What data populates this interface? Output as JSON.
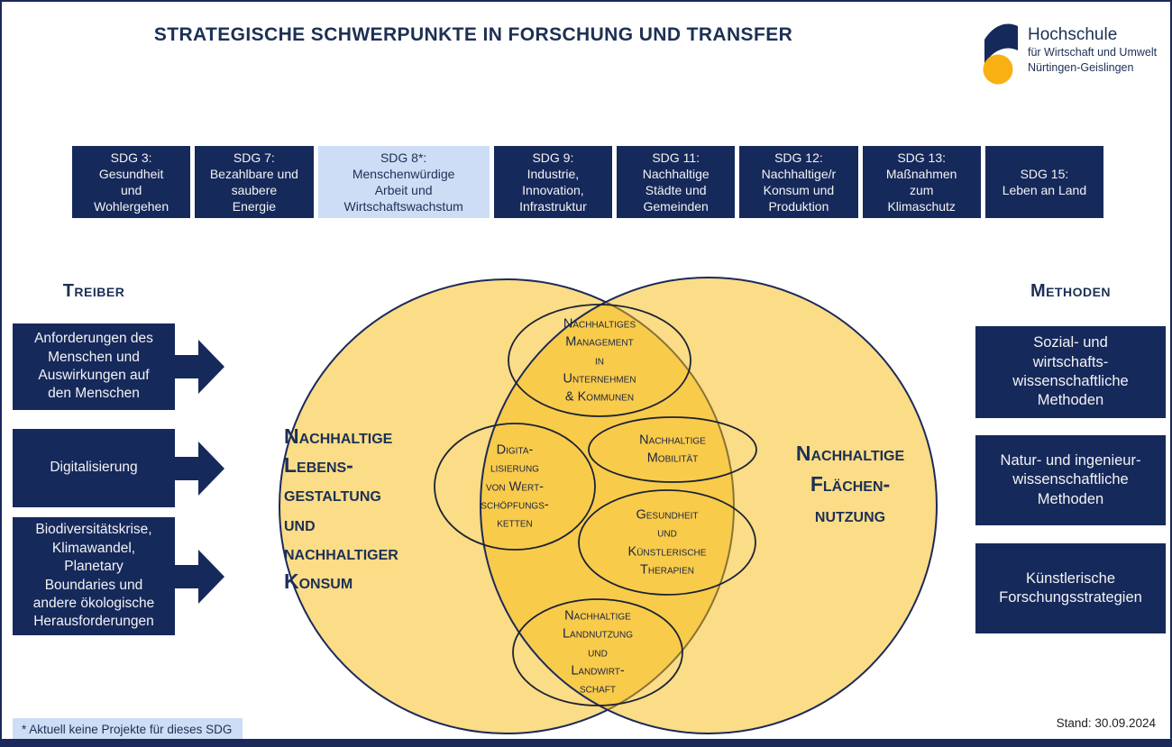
{
  "title": "STRATEGISCHE SCHWERPUNKTE IN FORSCHUNG UND TRANSFER",
  "logo": {
    "name": "Hochschule",
    "line2": "für Wirtschaft und Umwelt",
    "line3": "Nürtingen-Geislingen"
  },
  "sdg": {
    "items": [
      {
        "label": "SDG 3:\nGesundheit\nund\nWohlergehen",
        "highlighted": false
      },
      {
        "label": "SDG 7:\nBezahlbare und\nsaubere\nEnergie",
        "highlighted": false
      },
      {
        "label": "SDG 8*:\nMenschenwürdige\nArbeit und\nWirtschaftswachstum",
        "highlighted": true
      },
      {
        "label": "SDG 9:\nIndustrie,\nInnovation,\nInfrastruktur",
        "highlighted": false
      },
      {
        "label": "SDG 11:\nNachhaltige\nStädte und\nGemeinden",
        "highlighted": false
      },
      {
        "label": "SDG 12:\nNachhaltige/r\nKonsum und\nProduktion",
        "highlighted": false
      },
      {
        "label": "SDG 13:\nMaßnahmen\nzum\nKlimaschutz",
        "highlighted": false
      },
      {
        "label": "SDG 15:\nLeben an Land",
        "highlighted": false
      }
    ]
  },
  "treiber": {
    "heading": "Treiber",
    "items": [
      "Anforderungen des\nMenschen und\nAuswirkungen auf\nden Menschen",
      "Digitalisierung",
      "Biodiversitätskrise,\nKlimawandel,\nPlanetary\nBoundaries und\nandere ökologische\nHerausforderungen"
    ]
  },
  "methoden": {
    "heading": "Methoden",
    "items": [
      "Sozial- und\nwirtschafts-\nwissenschaftliche\nMethoden",
      "Natur- und ingenieur-\nwissenschaftliche\nMethoden",
      "Künstlerische\nForschungsstrategien"
    ]
  },
  "venn": {
    "left_circle_label": "Nachhaltige\nLebens-\ngestaltung\nund\nnachhaltiger\nKonsum",
    "right_circle_label": "Nachhaltige\nFlächen-\nnutzung",
    "ellipses": [
      "Nachhaltiges\nManagement\nin\nUnternehmen\n& Kommunen",
      "Digita-\nlisierung\nvon Wert-\nschöpfungs-\nketten",
      "Nachhaltige\nMobilität",
      "Gesundheit\nund\nKünstlerische\nTherapien",
      "Nachhaltige\nLandnutzung\nund\nLandwirt-\nschaft"
    ]
  },
  "footnote": "* Aktuell keine Projekte für dieses SDG",
  "stand": "Stand: 30.09.2024",
  "colors": {
    "navy": "#16295B",
    "light_blue": "#CDDDF5",
    "circle_yellow": "#F7BA10",
    "logo_yellow": "#F8B012"
  }
}
